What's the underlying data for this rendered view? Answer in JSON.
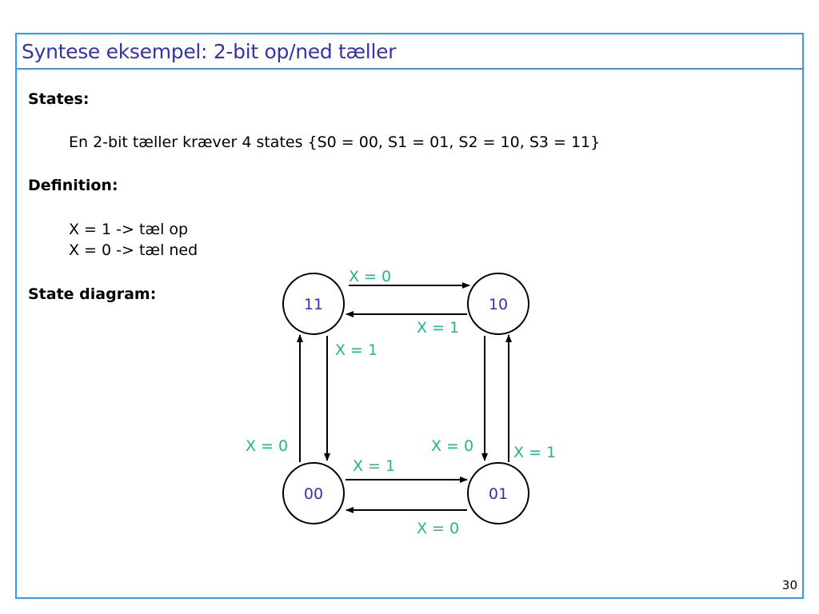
{
  "title": "Syntese eksempel: 2-bit op/ned tæller",
  "states_section": {
    "heading": "States:",
    "text": "En 2-bit tæller kræver 4 states {S0 = 00, S1 = 01, S2 = 10, S3 = 11}"
  },
  "definition_section": {
    "heading": "Definition:",
    "lines": [
      "X = 1 -> tæl op",
      "X = 0 -> tæl ned"
    ]
  },
  "diagram_section": {
    "heading": "State diagram:"
  },
  "diagram": {
    "nodes": {
      "s3": "11",
      "s2": "10",
      "s0": "00",
      "s1": "01"
    },
    "edges": {
      "s3_to_s2": "X = 0",
      "s2_to_s3": "X = 1",
      "s3_to_s0": "X = 1",
      "s0_to_s3": "X = 0",
      "s2_to_s1": "X = 0",
      "s1_to_s2": "X = 1",
      "s0_to_s1": "X = 1",
      "s1_to_s0": "X = 0"
    }
  },
  "colors": {
    "frame": "#3399ff",
    "title": "#3333aa",
    "node_label": "#3333aa",
    "edge_label": "#22b58e"
  },
  "page_number": "30"
}
